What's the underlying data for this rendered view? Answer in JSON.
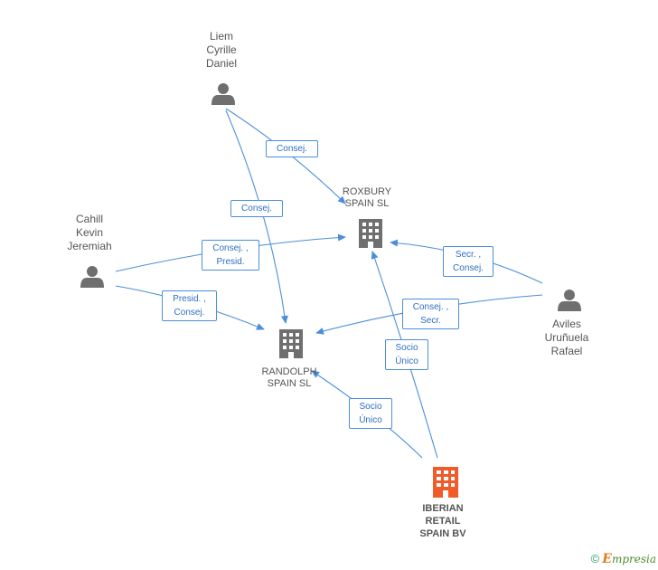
{
  "people": {
    "liem": {
      "lines": [
        "Liem",
        "Cyrille",
        "Daniel"
      ]
    },
    "cahill": {
      "lines": [
        "Cahill",
        "Kevin",
        "Jeremiah"
      ]
    },
    "aviles": {
      "lines": [
        "Aviles",
        "Uruñuela",
        "Rafael"
      ]
    }
  },
  "companies": {
    "roxbury": {
      "lines": [
        "ROXBURY",
        "SPAIN SL"
      ]
    },
    "randolph": {
      "lines": [
        "RANDOLPH",
        "SPAIN SL"
      ]
    },
    "iberian": {
      "lines": [
        "IBERIAN",
        "RETAIL",
        "SPAIN BV"
      ]
    }
  },
  "edges": {
    "liem_roxbury": {
      "lines": [
        "Consej."
      ]
    },
    "liem_randolph": {
      "lines": [
        "Consej."
      ]
    },
    "cahill_roxbury": {
      "lines": [
        "Consej. ,",
        "Presid."
      ]
    },
    "cahill_randolph": {
      "lines": [
        "Presid. ,",
        "Consej."
      ]
    },
    "aviles_roxbury": {
      "lines": [
        "Secr. ,",
        "Consej."
      ]
    },
    "aviles_randolph": {
      "lines": [
        "Consej. ,",
        "Secr."
      ]
    },
    "iberian_roxbury": {
      "lines": [
        "Socio",
        "Único"
      ]
    },
    "iberian_randolph": {
      "lines": [
        "Socio",
        "Único"
      ]
    }
  },
  "colors": {
    "edge": "#4a8fdb",
    "person_icon": "#6f6f6f",
    "company_icon": "#6f6f6f",
    "main_company_icon": "#f15a29"
  },
  "footer": {
    "copyright": "©",
    "brand_initial": "E",
    "brand_rest": "mpresia"
  }
}
